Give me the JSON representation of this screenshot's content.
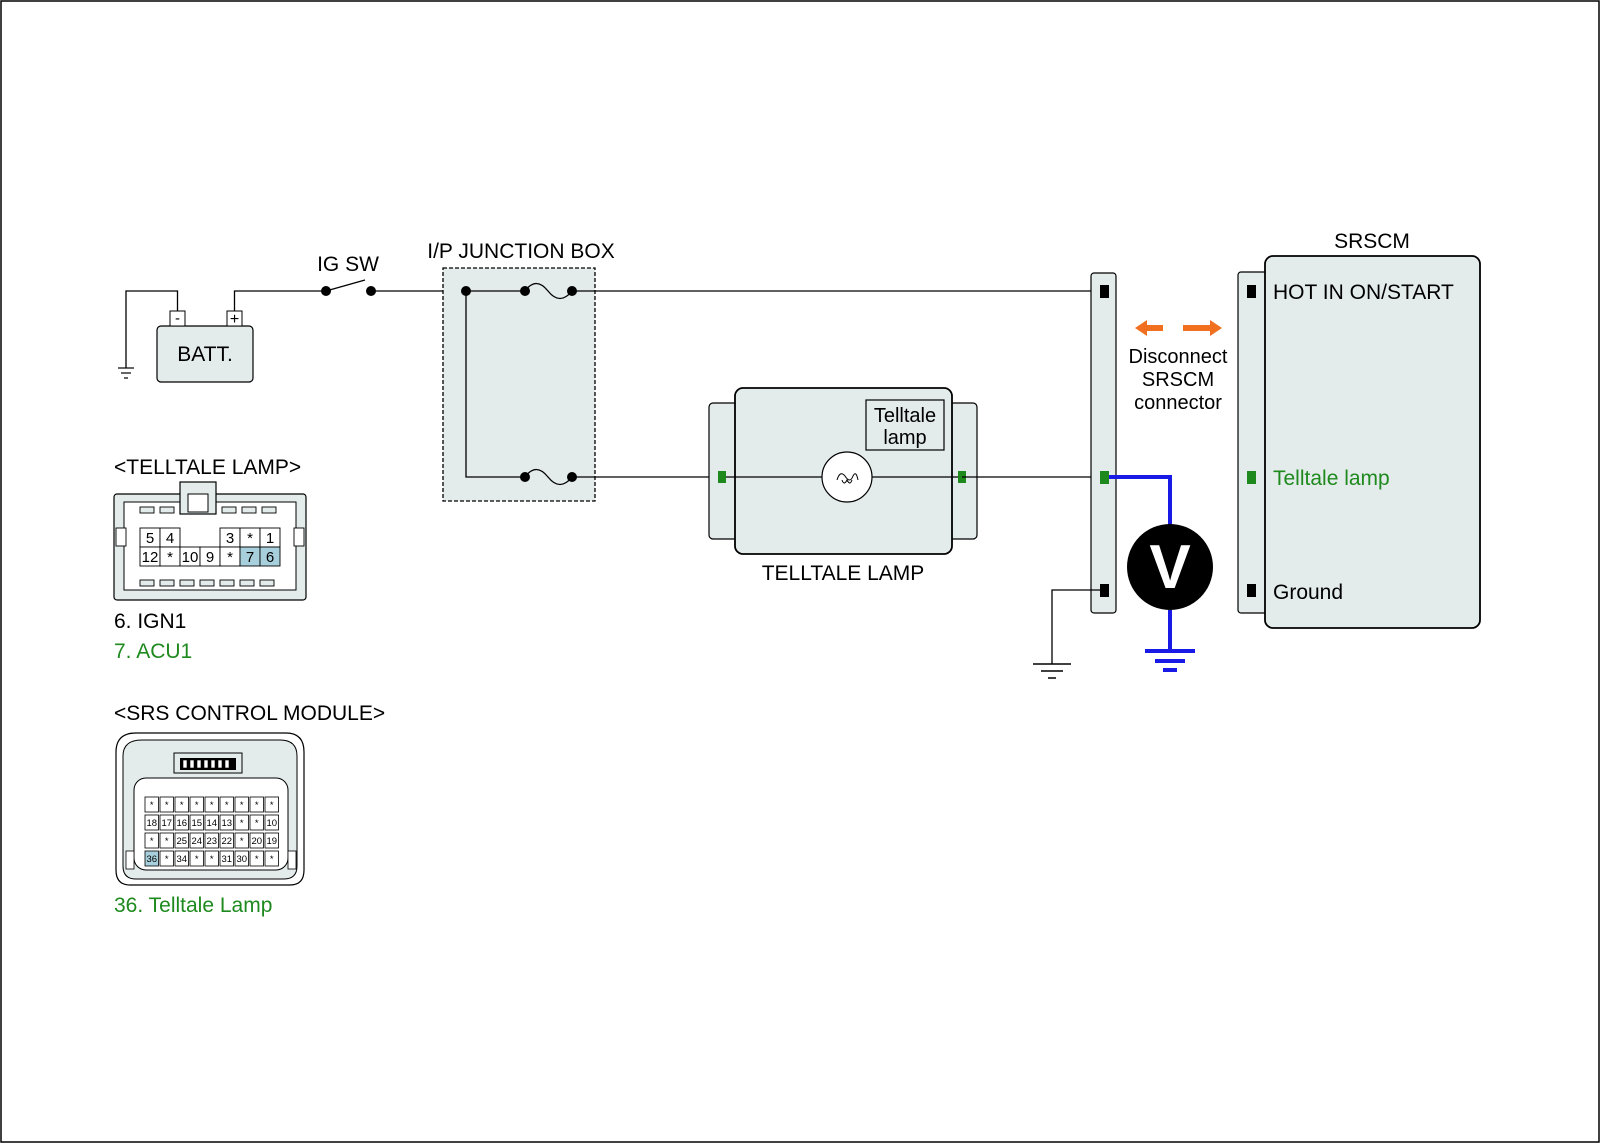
{
  "diagram": {
    "ig_sw": "IG SW",
    "ip_junction_box": "I/P JUNCTION BOX",
    "battery": "BATT.",
    "battery_minus": "-",
    "battery_plus": "+",
    "telltale_lamp_box_label": "TELLTALE LAMP",
    "telltale_inner_line1": "Telltale",
    "telltale_inner_line2": "lamp",
    "srscm": {
      "title": "SRSCM",
      "pins": [
        "HOT IN ON/START",
        "Telltale lamp",
        "Ground"
      ]
    },
    "disconnect_note": [
      "Disconnect",
      "SRSCM",
      "connector"
    ],
    "voltmeter": "V",
    "colors": {
      "accent_green": "#1e8a1e",
      "measure_wire": "#1a1ae6",
      "disconnect_arrow": "#f07020",
      "highlight_pin": "#a8d0dc"
    }
  },
  "telltale_connector": {
    "title": "<TELLTALE LAMP>",
    "row1": [
      "5",
      "4",
      "",
      "",
      "3",
      "*",
      "1"
    ],
    "row2": [
      "12",
      "*",
      "10",
      "9",
      "*",
      "7",
      "6"
    ],
    "pin_list": [
      {
        "text": "6. IGN1",
        "highlight": false
      },
      {
        "text": "7. ACU1",
        "highlight": true
      }
    ]
  },
  "srs_connector": {
    "title": "<SRS CONTROL MODULE>",
    "rows": [
      [
        "*",
        "*",
        "*",
        "*",
        "*",
        "*",
        "*",
        "*",
        "*"
      ],
      [
        "18",
        "17",
        "16",
        "15",
        "14",
        "13",
        "*",
        "*",
        "10"
      ],
      [
        "*",
        "*",
        "25",
        "24",
        "23",
        "22",
        "*",
        "20",
        "19"
      ],
      [
        "36",
        "*",
        "34",
        "*",
        "*",
        "31",
        "30",
        "*",
        "*"
      ]
    ],
    "pin_list": [
      {
        "text": "36. Telltale Lamp",
        "highlight": true
      }
    ]
  }
}
